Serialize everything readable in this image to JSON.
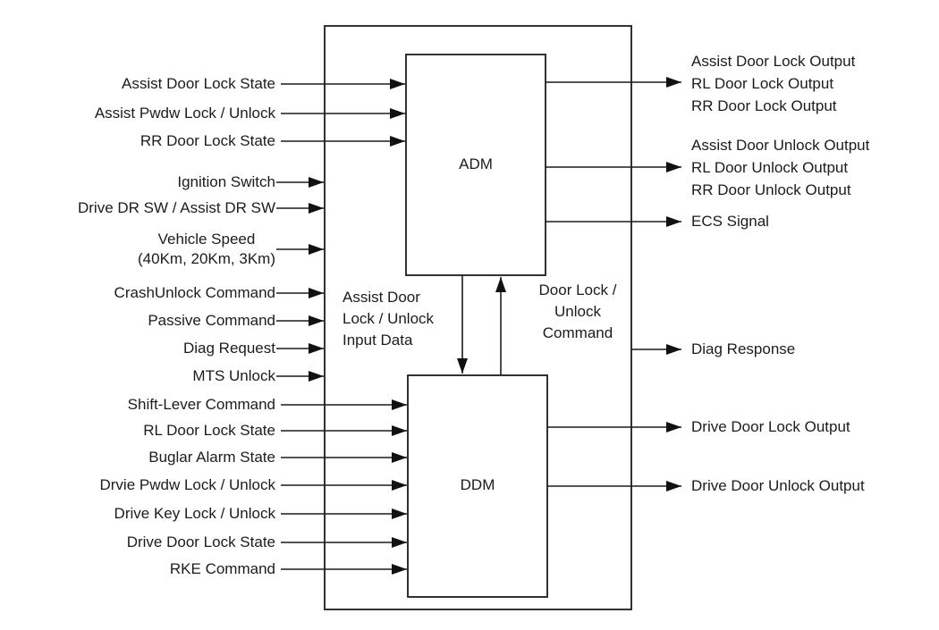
{
  "colors": {
    "line": "#1c1c1c",
    "text": "#1c1c1c",
    "background": "#ffffff"
  },
  "modules": {
    "adm": "ADM",
    "ddm": "DDM"
  },
  "inputs": {
    "adm": [
      "Assist Door Lock State",
      "Assist Pwdw Lock / Unlock",
      "RR Door Lock State"
    ],
    "system": [
      "Ignition Switch",
      "Drive DR SW / Assist DR SW"
    ],
    "vehicle_speed": [
      "Vehicle Speed",
      "(40Km, 20Km, 3Km)"
    ],
    "system2": [
      "CrashUnlock Command",
      "Passive Command",
      "Diag Request",
      "MTS Unlock"
    ],
    "ddm": [
      "Shift-Lever Command",
      "RL Door Lock State",
      "Buglar Alarm State",
      "Drvie Pwdw Lock / Unlock",
      "Drive Key Lock / Unlock",
      "Drive Door Lock State",
      "RKE Command"
    ]
  },
  "outputs": {
    "adm_lock": [
      "Assist Door Lock Output",
      "RL Door Lock Output",
      "RR Door Lock Output"
    ],
    "adm_unlock": [
      "Assist Door Unlock Output",
      "RL Door Unlock Output",
      "RR Door Unlock Output"
    ],
    "ecs": "ECS Signal",
    "diag": "Diag Response",
    "ddm_lock": "Drive Door Lock Output",
    "ddm_unlock": "Drive Door Unlock Output"
  },
  "internal": {
    "adm_to_ddm": [
      "Assist Door",
      "Lock / Unlock",
      "Input Data"
    ],
    "ddm_to_adm": [
      "Door Lock /",
      "Unlock",
      "Command"
    ]
  }
}
